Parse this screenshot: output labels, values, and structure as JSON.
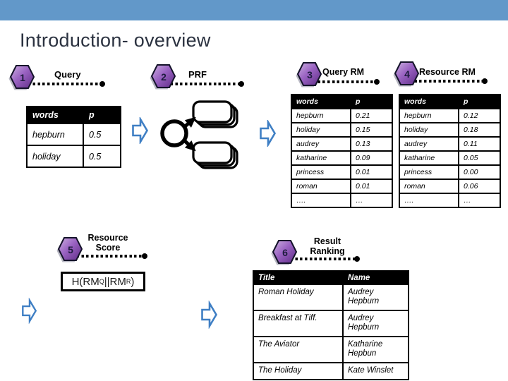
{
  "slide": {
    "title": "Introduction- overview"
  },
  "steps": [
    {
      "num": "1",
      "label": "Query"
    },
    {
      "num": "2",
      "label": "PRF"
    },
    {
      "num": "3",
      "label": "Query RM"
    },
    {
      "num": "4",
      "label": "Resource RM"
    },
    {
      "num": "5",
      "label": "Resource Score"
    },
    {
      "num": "6",
      "label": "Result Ranking"
    }
  ],
  "query_table": {
    "headers": [
      "words",
      "p"
    ],
    "rows": [
      [
        "hepburn",
        "0.5"
      ],
      [
        "holiday",
        "0.5"
      ]
    ]
  },
  "query_rm_table": {
    "headers": [
      "words",
      "p"
    ],
    "rows": [
      [
        "hepburn",
        "0.21"
      ],
      [
        "holiday",
        "0.15"
      ],
      [
        "audrey",
        "0.13"
      ],
      [
        "katharine",
        "0.09"
      ],
      [
        "princess",
        "0.01"
      ],
      [
        "roman",
        "0.01"
      ],
      [
        "….",
        "…"
      ]
    ]
  },
  "resource_rm_table": {
    "headers": [
      "words",
      "p"
    ],
    "rows": [
      [
        "hepburn",
        "0.12"
      ],
      [
        "holiday",
        "0.18"
      ],
      [
        "audrey",
        "0.11"
      ],
      [
        "katharine",
        "0.05"
      ],
      [
        "princess",
        "0.00"
      ],
      [
        "roman",
        "0.06"
      ],
      [
        "….",
        "…"
      ]
    ]
  },
  "result_table": {
    "headers": [
      "Title",
      "Name"
    ],
    "rows": [
      [
        "Roman Holiday",
        "Audrey Hepburn"
      ],
      [
        "Breakfast at Tiff.",
        "Audrey Hepburn"
      ],
      [
        "The Aviator",
        "Katharine Hepbun"
      ],
      [
        "The Holiday",
        "Kate Winslet"
      ]
    ]
  },
  "formula": {
    "p1": "H(RM",
    "sub1": "Q",
    "p2": "||RM",
    "sub2": "R",
    "p3": ")"
  },
  "colors": {
    "accent_bar": "#6298c9",
    "hexagon_purple": "#8a4fb0",
    "flow_arrow_blue": "#3f7fc4",
    "table_header_bg": "#000000",
    "title_text": "#2b3240"
  }
}
